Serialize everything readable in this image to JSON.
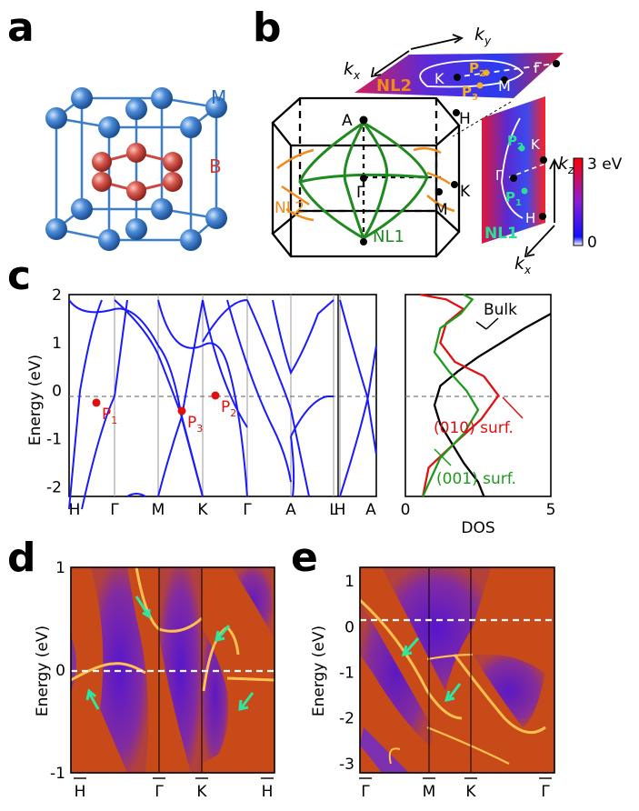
{
  "panels": {
    "a": "a",
    "b": "b",
    "c": "c",
    "d": "d",
    "e": "e"
  },
  "a": {
    "label_M": "M",
    "label_B": "B"
  },
  "b": {
    "bz_labels": {
      "A": "A",
      "H": "H",
      "K": "K",
      "Gamma": "Γ",
      "M": "M",
      "NL1": "NL1",
      "NL2": "NL2"
    },
    "plane_top": {
      "kx": "k",
      "kx_sub": "x",
      "ky": "k",
      "ky_sub": "y",
      "K": "K",
      "M": "M",
      "Gamma": "Γ",
      "P2": "P",
      "P2_sub": "2",
      "P3": "P",
      "P3_sub": "3",
      "NL2": "NL2"
    },
    "plane_side": {
      "P2": "P",
      "P2_sub": "2",
      "P1": "P",
      "P1_sub": "1",
      "K": "K",
      "Gamma": "Γ",
      "H": "H",
      "NL1": "NL1",
      "kz": "k",
      "kz_sub": "z",
      "kx": "k",
      "kx_sub": "x"
    },
    "colorbar": {
      "max": "3 eV",
      "min": "0"
    }
  },
  "c": {
    "ylabel": "Energy (eV)",
    "yticks": [
      "2",
      "1",
      "0",
      "-1",
      "-2"
    ],
    "kpath": [
      "H",
      "Γ",
      "M",
      "K",
      "Γ",
      "A",
      "L",
      "H",
      "A"
    ],
    "points": [
      {
        "name": "P",
        "sub": "1"
      },
      {
        "name": "P",
        "sub": "3"
      },
      {
        "name": "P",
        "sub": "2"
      }
    ],
    "dos": {
      "xlabel": "DOS",
      "xticks": [
        "0",
        "5"
      ],
      "bulk": "Bulk",
      "surf010": "(010) surf.",
      "surf001": "(001) surf."
    }
  },
  "d": {
    "ylabel": "Energy (eV)",
    "yticks": [
      "1",
      "0",
      "-1"
    ],
    "kpath": [
      "H",
      "Γ",
      "K",
      "H"
    ]
  },
  "e": {
    "ylabel": "Energy (eV)",
    "yticks": [
      "1",
      "0",
      "-1",
      "-2",
      "-3"
    ],
    "kpath": [
      "Γ",
      "M",
      "K",
      "Γ"
    ]
  },
  "chart_data": [
    {
      "type": "line",
      "panel": "c-bands",
      "ylabel": "Energy (eV)",
      "ylim": [
        -2.2,
        2
      ],
      "categories": [
        "H",
        "Γ",
        "M",
        "K",
        "Γ",
        "A",
        "L",
        "H",
        "A"
      ],
      "markers": [
        {
          "name": "P1",
          "y": -0.25
        },
        {
          "name": "P3",
          "y": -0.42
        },
        {
          "name": "P2",
          "y": -0.1
        }
      ]
    },
    {
      "type": "line",
      "panel": "c-dos",
      "xlabel": "DOS",
      "xlim": [
        0,
        5
      ],
      "ylim": [
        -2.2,
        2
      ],
      "series": [
        {
          "name": "Bulk",
          "color": "#000000",
          "x": [
            2.7,
            2.5,
            2.0,
            1.6,
            1.2,
            1.0,
            1.2,
            1.8,
            2.5,
            3.3,
            4.1,
            5.0
          ],
          "y": [
            -2.2,
            -1.9,
            -1.5,
            -1.1,
            -0.7,
            -0.3,
            0.1,
            0.4,
            0.7,
            1.0,
            1.3,
            1.6
          ]
        },
        {
          "name": "(010) surf.",
          "color": "#e01010",
          "x": [
            0.6,
            0.8,
            1.5,
            2.6,
            3.2,
            2.7,
            1.7,
            1.2,
            1.4,
            2.0,
            1.4,
            0.5
          ],
          "y": [
            -2.2,
            -1.6,
            -1.2,
            -0.6,
            -0.1,
            0.3,
            0.6,
            1.0,
            1.4,
            1.7,
            1.9,
            2.0
          ]
        },
        {
          "name": "(001) surf.",
          "color": "#1f9a1f",
          "x": [
            0.6,
            1.2,
            2.0,
            2.5,
            2.1,
            1.5,
            1.0,
            1.2,
            1.9,
            2.3,
            2.0
          ],
          "y": [
            -2.2,
            -1.4,
            -0.9,
            -0.4,
            0.0,
            0.4,
            0.8,
            1.3,
            1.6,
            1.9,
            2.0
          ]
        }
      ]
    }
  ],
  "colors": {
    "band": "#1a1aff",
    "point": "#e01010",
    "nl1": "#1f8a1f",
    "nl2": "#f08a18",
    "atomM": "#3b7dc6",
    "atomB": "#c94a42",
    "heatDark": "#5a1fd0",
    "heatHot": "#cf4810"
  }
}
